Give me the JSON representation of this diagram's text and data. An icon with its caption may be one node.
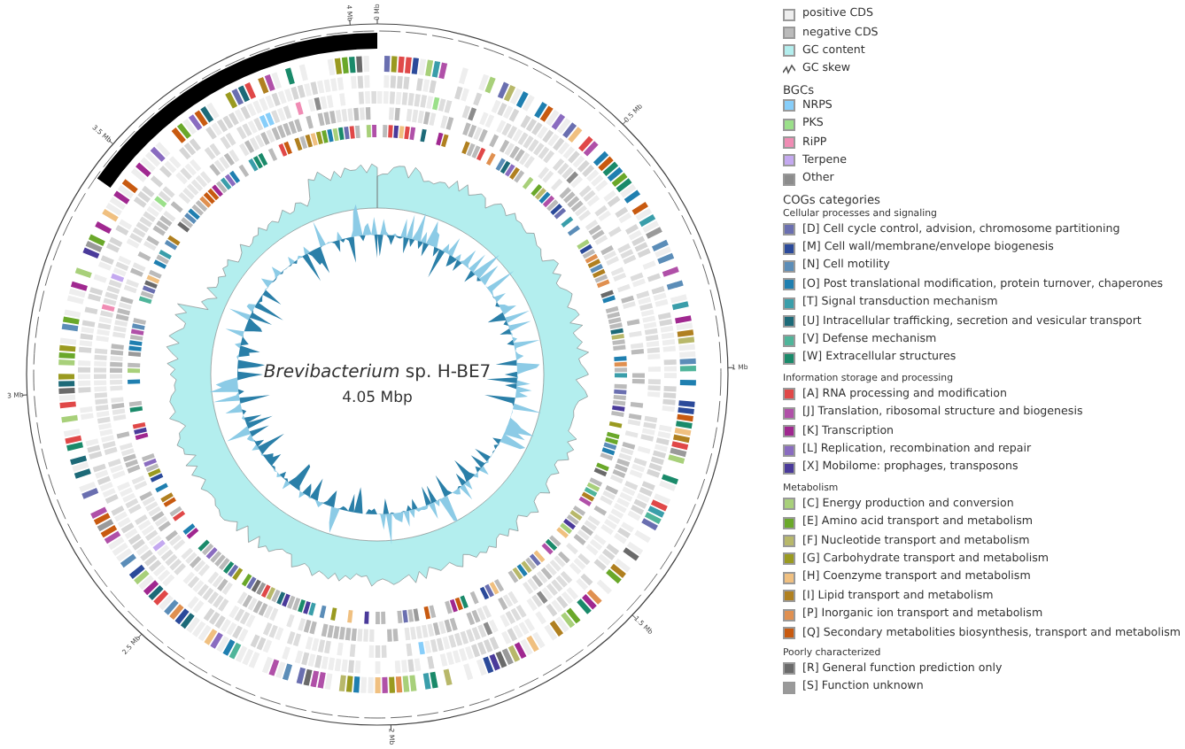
{
  "diagram": {
    "labels": [
      "4 Mb",
      "0 Mb",
      "0.5 Mb",
      "1 Mb",
      "1.5 Mb",
      "2 Mb",
      "2.5 Mb",
      "3 Mb",
      "3.5 Mb",
      "*Brevibacterium* sp. H-BE7",
      "4.05 Mbp",
      "BGCs",
      "COGs categories",
      "Cellular processes and signaling",
      "Information storage and processing",
      "Metabolism",
      "Poorly characterized"
    ],
    "legend": [
      {
        "text": "positive CDS",
        "color": "#eeeeee"
      },
      {
        "text": "negative CDS",
        "color": "#bbbbbb"
      },
      {
        "text": "GC content",
        "color": "#b3eeee"
      },
      {
        "text": "GC skew"
      },
      {
        "text": "NRPS",
        "color": "#87cefa"
      },
      {
        "text": "PKS",
        "color": "#9be08a"
      },
      {
        "text": "RiPP",
        "color": "#f08cb4"
      },
      {
        "text": "Terpene",
        "color": "#c4a9f0"
      },
      {
        "text": "Other",
        "color": "#8c8c8c"
      },
      {
        "text": "[D] Cell cycle control, advision, chromosome partitioning",
        "color": "#6a6fb0"
      },
      {
        "text": "[M] Cell wall/membrane/envelope biogenesis",
        "color": "#2b4a9a"
      },
      {
        "text": "[N] Cell motility",
        "color": "#5b8db8"
      },
      {
        "text": "[O] Post translational modification, protein turnover, chaperones",
        "color": "#1f7fb0"
      },
      {
        "text": "[T] Signal transduction mechanism",
        "color": "#3a9eaa"
      },
      {
        "text": "[U] Intracellular trafficking, secretion and vesicular transport",
        "color": "#1d6a78"
      },
      {
        "text": "[V] Defense mechanism",
        "color": "#4fb59a"
      },
      {
        "text": "[W] Extracellular structures",
        "color": "#1a8a6a"
      },
      {
        "text": "[A] RNA processing and modification",
        "color": "#e04848"
      },
      {
        "text": "[J] Translation, ribosomal structure and biogenesis",
        "color": "#b050a8"
      },
      {
        "text": "[K] Transcription",
        "color": "#a02890"
      },
      {
        "text": "[L] Replication, recombination and repair",
        "color": "#8a6cc0"
      },
      {
        "text": "[X] Mobilome: prophages, transposons",
        "color": "#4a3a9a"
      },
      {
        "text": "[C] Energy production and conversion",
        "color": "#a8d07a"
      },
      {
        "text": "[E] Amino acid transport and metabolism",
        "color": "#6aa82a"
      },
      {
        "text": "[F] Nucleotide transport and metabolism",
        "color": "#b8b86a"
      },
      {
        "text": "[G] Carbohydrate transport and metabolism",
        "color": "#9a9a20"
      },
      {
        "text": "[H] Coenzyme transport and metabolism",
        "color": "#f0c080"
      },
      {
        "text": "[I] Lipid transport and metabolism",
        "color": "#b08020"
      },
      {
        "text": "[P] Inorganic ion transport and metabolism",
        "color": "#e09050"
      },
      {
        "text": "[Q] Secondary metabolities biosynthesis, transport and metabolism",
        "color": "#c85a10"
      },
      {
        "text": "[R] General function prediction only",
        "color": "#6a6a6a"
      },
      {
        "text": "[S] Function unknown",
        "color": "#9a9a9a"
      }
    ]
  }
}
